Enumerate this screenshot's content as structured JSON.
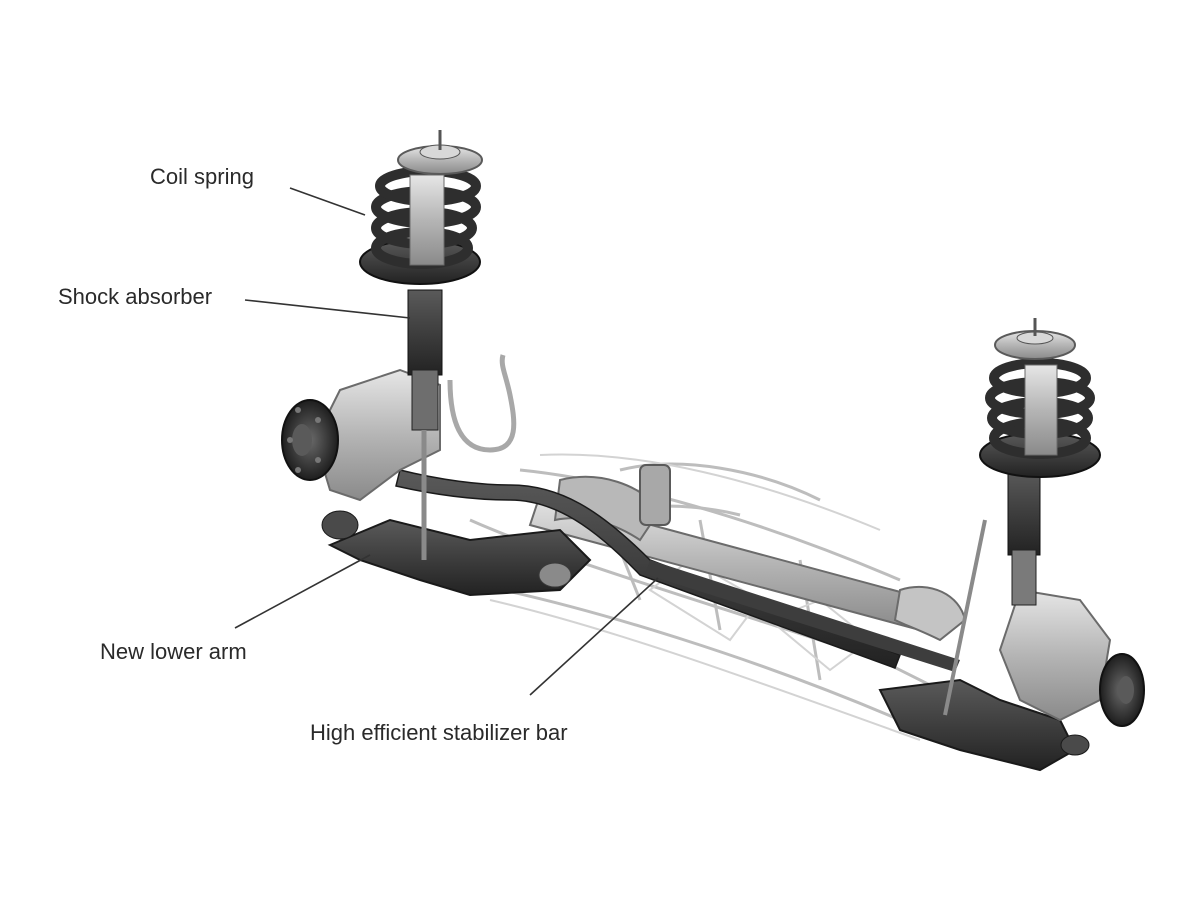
{
  "labels": {
    "coil_spring": "Coil spring",
    "shock_absorber": "Shock absorber",
    "new_lower_arm": "New lower arm",
    "stabilizer_bar": "High efficient stabilizer bar"
  },
  "colors": {
    "background": "#ffffff",
    "label_text": "#2a2a2a",
    "leader_line": "#333333",
    "metal_light": "#c9c9c9",
    "metal_mid": "#9a9a9a",
    "metal_dark": "#3a3a3a"
  }
}
